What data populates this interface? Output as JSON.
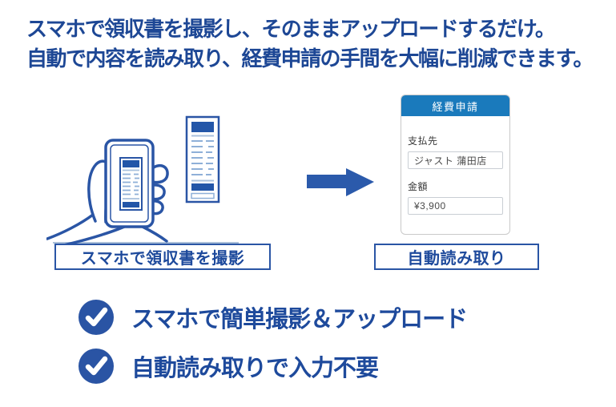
{
  "headline": {
    "line1": "スマホで領収書を撮影し、そのままアップロードするだけ。",
    "line2": "自動で内容を読み取り、経費申請の手間を大幅に削減できます。"
  },
  "capture_step": {
    "caption": "スマホで領収書を撮影"
  },
  "form_card": {
    "title": "経費申請",
    "fields": [
      {
        "label": "支払先",
        "value": "ジャスト 蒲田店"
      },
      {
        "label": "金額",
        "value": "¥3,900"
      }
    ]
  },
  "read_step": {
    "caption": "自動読み取り"
  },
  "benefits": [
    {
      "text": "スマホで簡単撮影＆アップロード"
    },
    {
      "text": "自動読み取りで入力不要"
    }
  ],
  "icons": {
    "arrow": "arrow-right-icon",
    "check": "check-icon",
    "illustration": "hand-holding-smartphone-photographing-receipt"
  },
  "colors": {
    "brand_navy": "#24509F",
    "headline_navy": "#1D4795",
    "card_header_blue": "#1A7ABC",
    "arrow_blue": "#2B5AAB",
    "illustration_light_blue": "#8FB0D8"
  }
}
